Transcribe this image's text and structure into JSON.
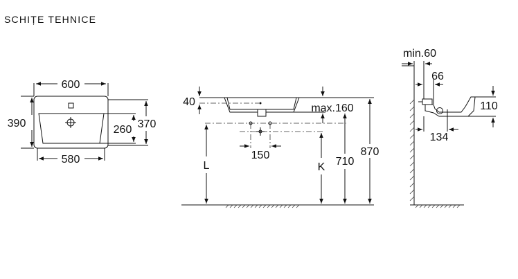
{
  "section_title": "SCHIȚE TEHNICE",
  "dimensions": {
    "top_view": {
      "outer_width": "600",
      "inner_width": "580",
      "outer_depth": "390",
      "bowl_depth": "260",
      "side_depth": "370"
    },
    "front_view": {
      "rim_height": "40",
      "max_thickness": "max.160",
      "tap_spacing": "150",
      "height_L": "L",
      "height_K": "K",
      "height_710": "710",
      "height_870": "870"
    },
    "side_view": {
      "wall_min": "min.60",
      "offset": "66",
      "height": "110",
      "projection": "134"
    }
  }
}
